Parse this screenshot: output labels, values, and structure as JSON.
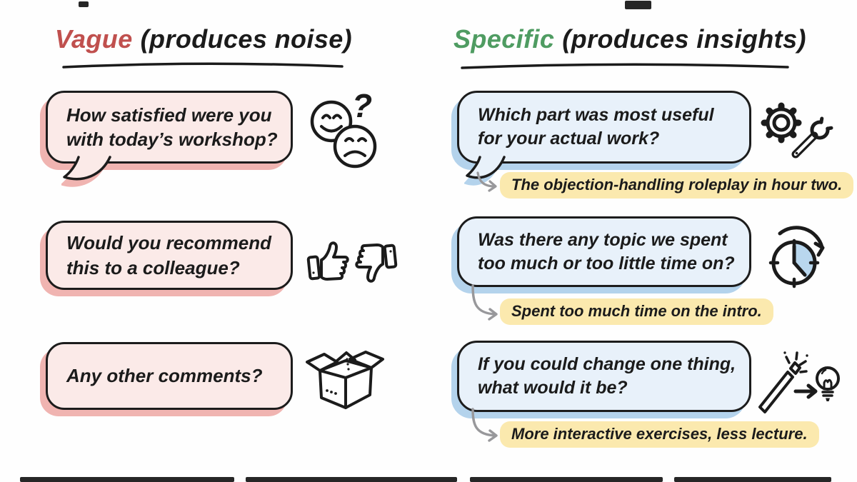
{
  "headers": {
    "left": {
      "keyword": "Vague",
      "suffix": "(produces noise)"
    },
    "right": {
      "keyword": "Specific",
      "suffix": "(produces insights)"
    }
  },
  "vague_column": {
    "items": [
      {
        "line1": "How satisfied were you",
        "line2": "with today’s workshop?",
        "icon": "satisfaction-faces-icon"
      },
      {
        "line1": "Would you recommend",
        "line2": "this to a colleague?",
        "icon": "thumbs-up-down-icon"
      },
      {
        "line1": "Any other comments?",
        "icon": "open-box-icon"
      }
    ]
  },
  "specific_column": {
    "items": [
      {
        "line1": "Which part was most useful",
        "line2": "for your actual work?",
        "answer": "The objection-handling roleplay in hour two.",
        "icon": "gear-wrench-icon"
      },
      {
        "line1": "Was there any topic we spent",
        "line2": "too much or too little time on?",
        "answer": "Spent too much time on the intro.",
        "icon": "clock-time-icon"
      },
      {
        "line1": "If you could change one thing,",
        "line2": "what would it be?",
        "answer": "More interactive exercises, less lecture.",
        "icon": "magic-wand-lightbulb-icon"
      }
    ]
  },
  "colors": {
    "vague_keyword": "#c0504e",
    "specific_keyword": "#4f9c62",
    "vague_bubble_fill": "#fbeae8",
    "vague_bubble_shadow": "#f0b4b1",
    "specific_bubble_fill": "#e8f1fa",
    "specific_bubble_shadow": "#b4d3ec",
    "answer_highlight": "#fbe9ae",
    "ink": "#1c1c1c",
    "arrow_gray": "#98989b"
  }
}
